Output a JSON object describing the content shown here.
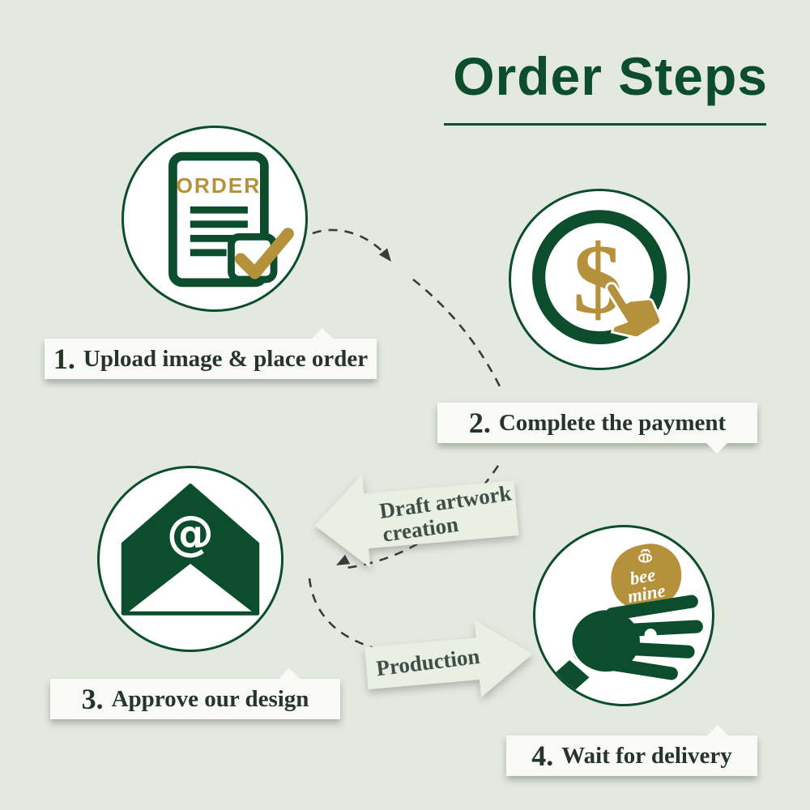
{
  "title": {
    "text": "Order Steps"
  },
  "colors": {
    "background": "#e4e9e0",
    "dark_green": "#0b4d2c",
    "gold": "#b6913c",
    "label_box": "#f9faf7",
    "banner": "#e9efe3",
    "label_text": "#26352c",
    "banner_text": "#3c4d44",
    "dash": "#3b3b3b"
  },
  "steps": [
    {
      "number": "1.",
      "label": "Upload image & place order",
      "icon": "order-document-icon",
      "icon_text": "ORDER"
    },
    {
      "number": "2.",
      "label": "Complete the payment",
      "icon": "payment-click-icon",
      "icon_text": "$"
    },
    {
      "number": "3.",
      "label": "Approve our design",
      "icon": "email-envelope-icon",
      "icon_text": "@"
    },
    {
      "number": "4.",
      "label": "Wait for delivery",
      "icon": "hand-wax-seal-icon",
      "seal_line1": "bee",
      "seal_line2": "mine"
    }
  ],
  "banners": [
    {
      "name": "draft-artwork",
      "line1": "Draft artwork",
      "line2": "creation",
      "direction": "left"
    },
    {
      "name": "production",
      "line1": "Production",
      "direction": "right"
    }
  ]
}
